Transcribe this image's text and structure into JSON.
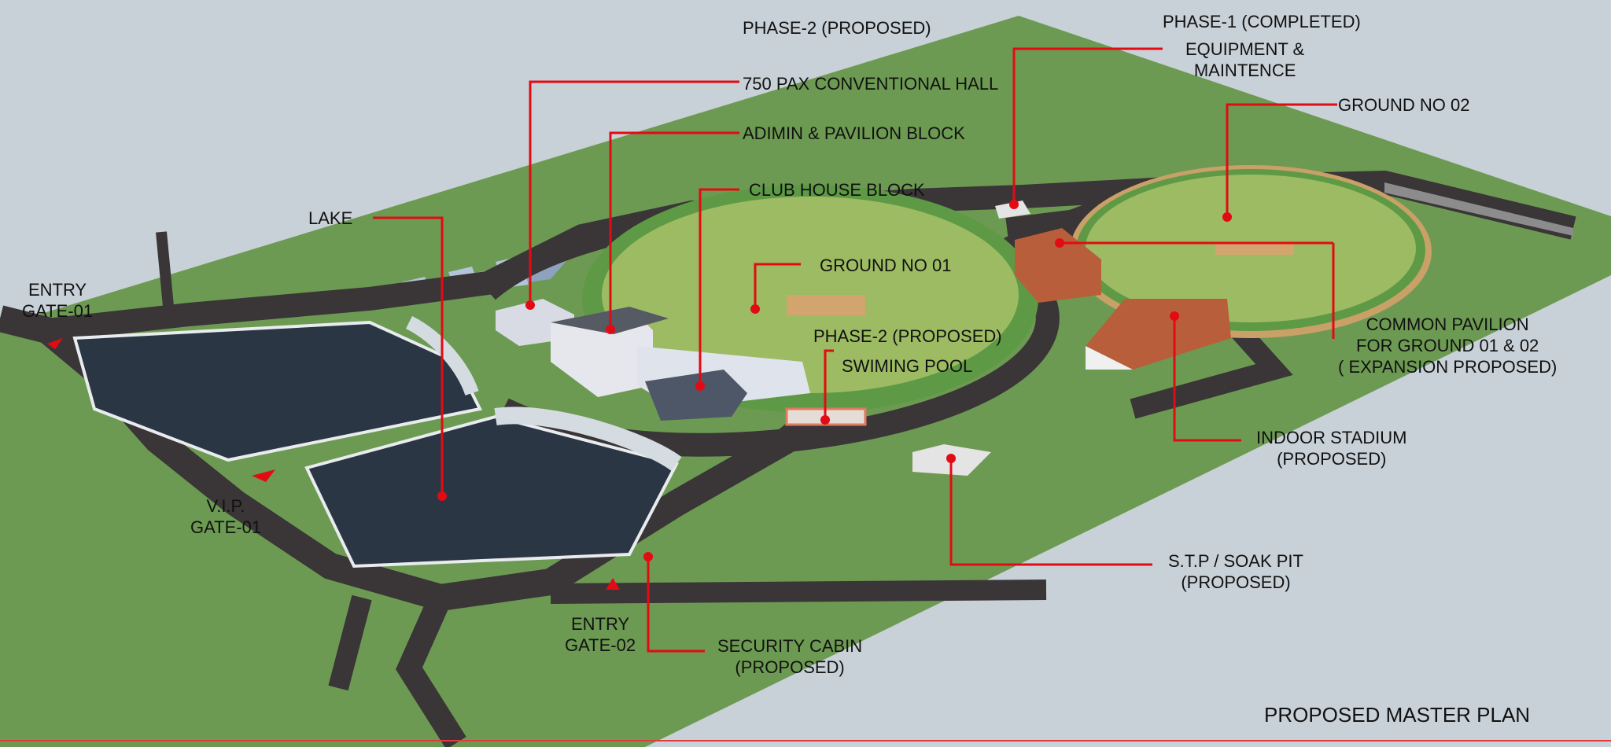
{
  "colors": {
    "background": "#c9d1d8",
    "grass": "#6d9a52",
    "road": "#3a3537",
    "water": "#2b3645",
    "field": "#9dbb62",
    "leader": "#e30b13",
    "roof_orange": "#b85e3a"
  },
  "labels": {
    "phase2_top": "PHASE-2 (PROPOSED)",
    "phase1": "PHASE-1 (COMPLETED)",
    "equipment": [
      "EQUIPMENT &",
      "MAINTENCE"
    ],
    "hall": "750 PAX CONVENTIONAL HALL",
    "ground2": "GROUND NO 02",
    "admin": "ADIMIN  & PAVILION  BLOCK",
    "clubhouse": "CLUB HOUSE BLOCK",
    "lake": "LAKE",
    "ground1": "GROUND NO 01",
    "entry1": [
      "ENTRY",
      "GATE-01"
    ],
    "phase2_pool": "PHASE-2 (PROPOSED)",
    "pool": "SWIMING POOL",
    "pavilion": [
      "COMMON PAVILION",
      "FOR GROUND 01 & 02",
      "( EXPANSION PROPOSED)"
    ],
    "indoor": [
      "INDOOR STADIUM",
      "(PROPOSED)"
    ],
    "vip": [
      "V.I.P.",
      "GATE-01"
    ],
    "stp": [
      "S.T.P / SOAK PIT",
      "(PROPOSED)"
    ],
    "entry2": [
      "ENTRY",
      "GATE-02"
    ],
    "security": [
      "SECURITY CABIN",
      "(PROPOSED)"
    ],
    "title": "PROPOSED MASTER PLAN"
  }
}
